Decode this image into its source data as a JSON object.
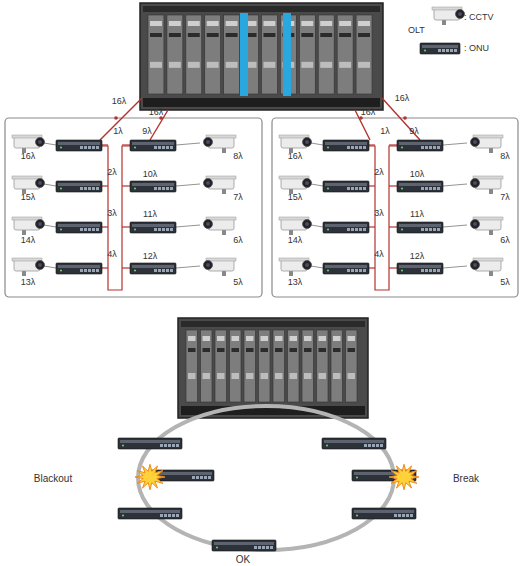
{
  "diagram": {
    "nodes": [
      {
        "text": [
          "OLT"
        ]
      }
    ],
    "labels": [
      "16λ",
      "16λ",
      "16λ",
      "16λ",
      "1λ",
      "9λ",
      "16λ",
      "8λ",
      "2λ",
      "10λ",
      "15λ",
      "7λ",
      "3λ",
      "11λ",
      "14λ",
      "6λ",
      "4λ",
      "12λ",
      "13λ",
      "5λ",
      "1λ",
      "9λ",
      "16λ",
      "8λ",
      "2λ",
      "10λ",
      "15λ",
      "7λ",
      "3λ",
      "11λ",
      "14λ",
      "6λ",
      "4λ",
      "12λ",
      "13λ",
      "5λ",
      "Blackout",
      "Break",
      "OK"
    ],
    "legend": [
      {
        "text": ": CCTV"
      },
      {
        "text": ": ONU"
      }
    ]
  }
}
